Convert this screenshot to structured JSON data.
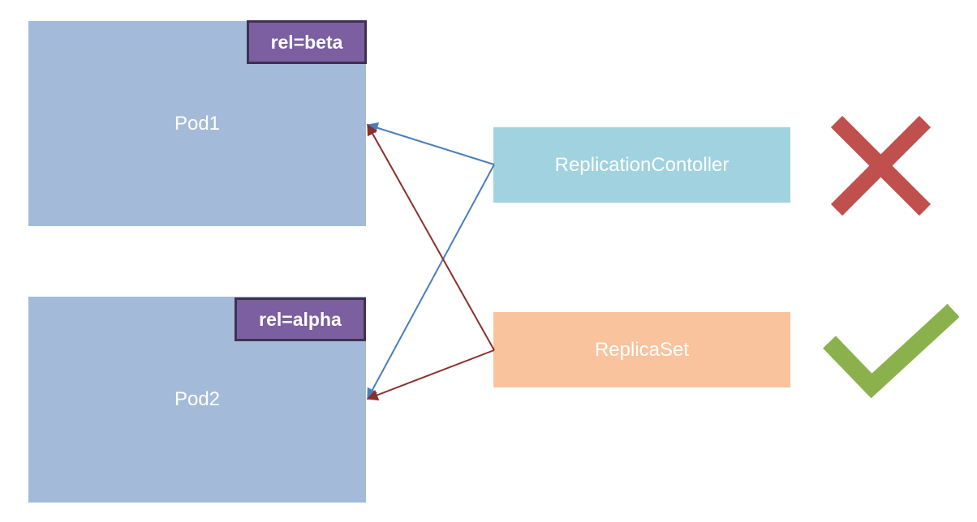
{
  "colors": {
    "pod": "#a3bbd9",
    "label": "#7b5fa0",
    "label_border": "#3f3151",
    "replication_controller": "#a0d2df",
    "replica_set": "#f8c39d",
    "arrow_blue": "#4a7ebb",
    "arrow_red": "#8b2e2e",
    "cross": "#c0504d",
    "check": "#8bb14c"
  },
  "pods": [
    {
      "name": "Pod1",
      "label": "rel=beta"
    },
    {
      "name": "Pod2",
      "label": "rel=alpha"
    }
  ],
  "controllers": {
    "replication_controller": {
      "name": "ReplicationContoller",
      "result_icon": "cross-icon"
    },
    "replica_set": {
      "name": "ReplicaSet",
      "result_icon": "check-icon"
    }
  }
}
